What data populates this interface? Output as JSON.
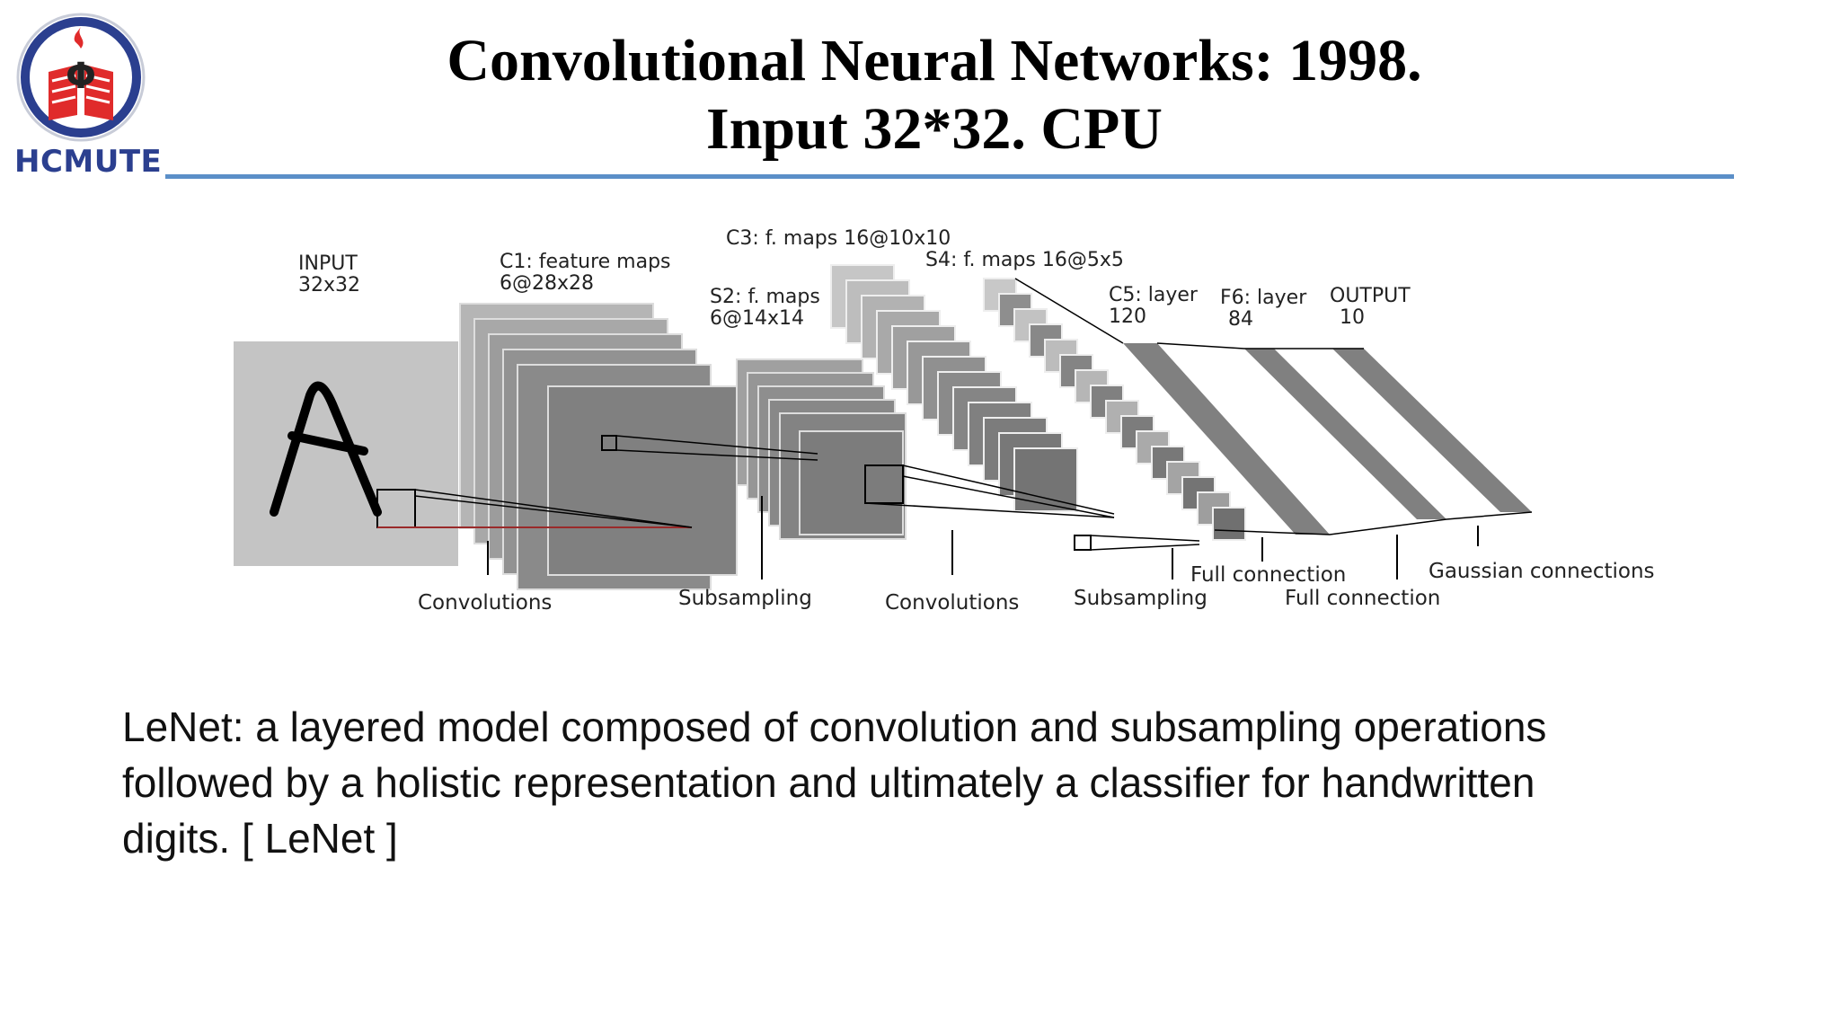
{
  "logo": {
    "text": "HCMUTE",
    "emblem_letter": "Φ",
    "colors": {
      "ring": "#2b3f8f",
      "accent": "#e02b2b"
    }
  },
  "slide": {
    "title_line1": "Convolutional Neural Networks: 1998.",
    "title_line2": "Input 32*32. CPU",
    "rule_color": "#5b8fc8"
  },
  "diagram": {
    "layers": {
      "input": {
        "name": "INPUT",
        "dims": "32x32"
      },
      "c1": {
        "name": "C1: feature maps",
        "dims": "6@28x28"
      },
      "s2": {
        "name": "S2: f. maps",
        "dims": "6@14x14"
      },
      "c3": {
        "name": "C3: f. maps 16@10x10"
      },
      "s4": {
        "name": "S4: f. maps 16@5x5"
      },
      "c5": {
        "name": "C5: layer",
        "dims": "120"
      },
      "f6": {
        "name": "F6: layer",
        "dims": "84"
      },
      "output": {
        "name": "OUTPUT",
        "dims": "10"
      }
    },
    "operations": {
      "conv1": "Convolutions",
      "sub1": "Subsampling",
      "conv2": "Convolutions",
      "sub2": "Subsampling",
      "full1": "Full connection",
      "full2": "Full connection",
      "gaussian": "Gaussian connections"
    }
  },
  "caption": {
    "line1": "LeNet: a layered model composed of convolution and subsampling operations",
    "line2": "followed by a holistic representation and ultimately a classifier for handwritten",
    "line3": "digits. [ LeNet ]"
  }
}
